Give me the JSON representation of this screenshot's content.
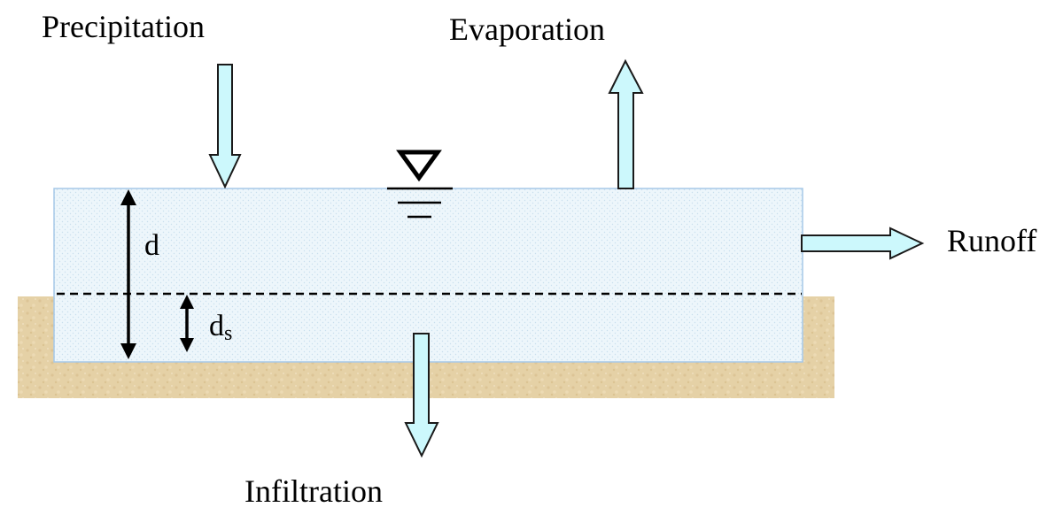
{
  "labels": {
    "precipitation": "Precipitation",
    "evaporation": "Evaporation",
    "runoff": "Runoff",
    "infiltration": "Infiltration",
    "depth": "d",
    "storage_depth_base": "d",
    "storage_depth_sub": "s"
  },
  "colors": {
    "arrow_fill": "#ccf8fc",
    "arrow_stroke": "#1a1a1a",
    "water_fill": "#eaf5fb",
    "water_border": "#a6c8e8",
    "soil": "#e6d2a8",
    "line": "#000000"
  }
}
